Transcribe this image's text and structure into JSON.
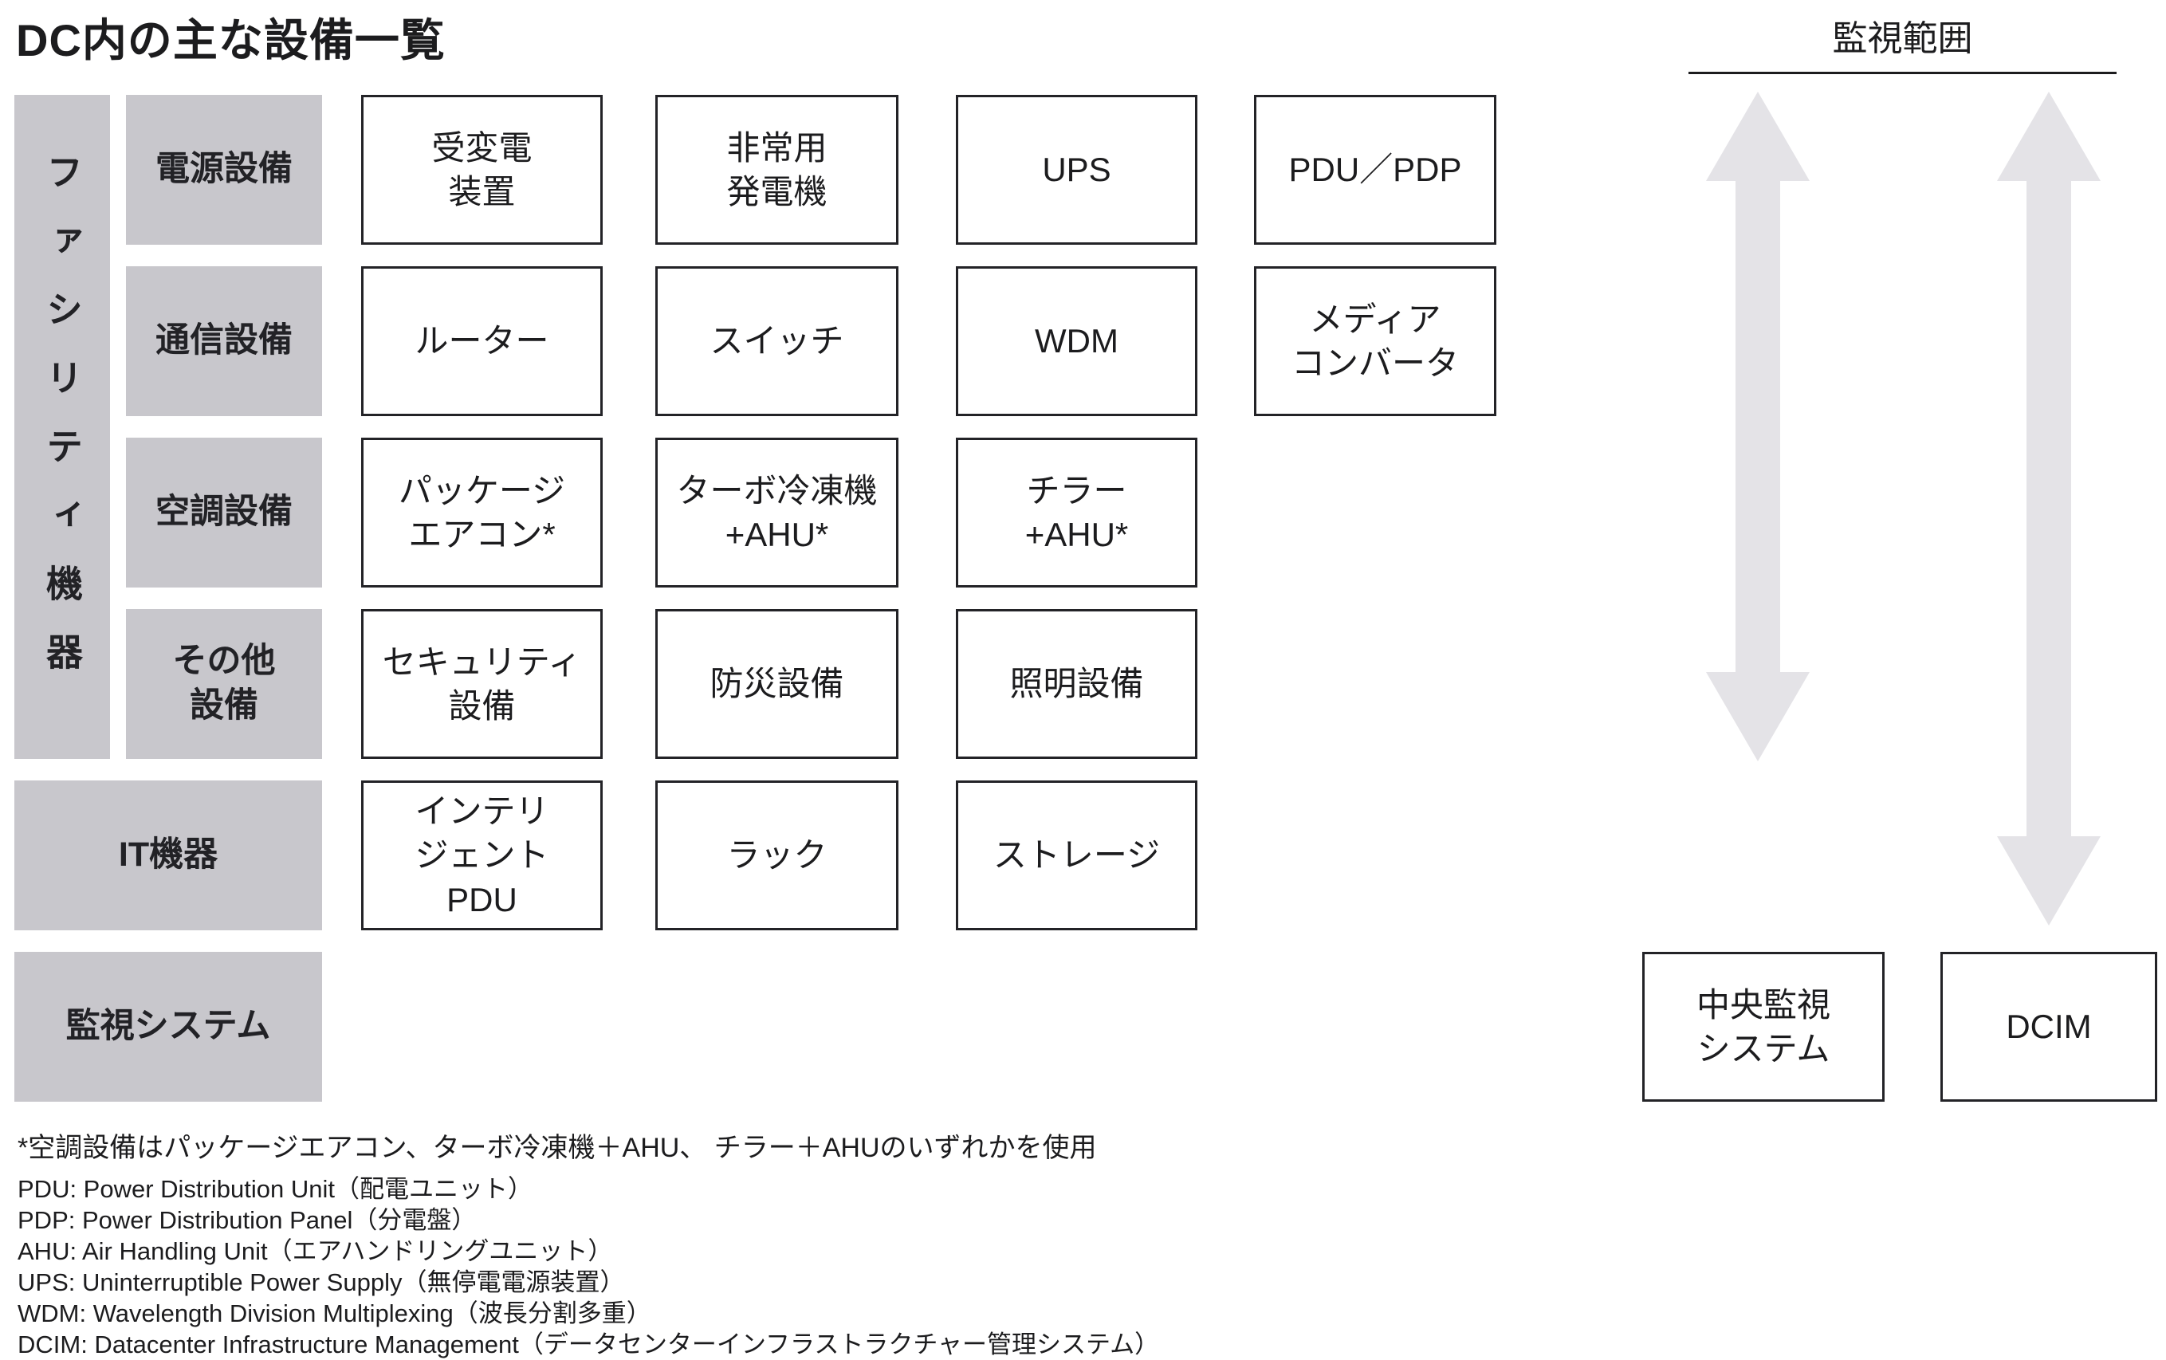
{
  "page": {
    "title": "DC内の主な設備一覧",
    "scope_label": "監視範囲"
  },
  "colors": {
    "category_bg": "#c8c7cc",
    "arrow_fill": "#e4e3e7",
    "box_border": "#232327",
    "text": "#1c1c1e"
  },
  "facility": {
    "label": "ファシリティ機器",
    "rows": [
      {
        "category": "電源設備",
        "items": [
          {
            "label": "受変電\n装置"
          },
          {
            "label": "非常用\n発電機"
          },
          {
            "label": "UPS"
          },
          {
            "label": "PDU／PDP"
          }
        ]
      },
      {
        "category": "通信設備",
        "items": [
          {
            "label": "ルーター"
          },
          {
            "label": "スイッチ"
          },
          {
            "label": "WDM"
          },
          {
            "label": "メディア\nコンバータ"
          }
        ]
      },
      {
        "category": "空調設備",
        "items": [
          {
            "label": "パッケージ\nエアコン*"
          },
          {
            "label": "ターボ冷凍機\n+AHU*"
          },
          {
            "label": "チラー\n+AHU*"
          }
        ]
      },
      {
        "category": "その他\n設備",
        "items": [
          {
            "label": "セキュリティ\n設備"
          },
          {
            "label": "防災設備"
          },
          {
            "label": "照明設備"
          }
        ]
      }
    ]
  },
  "it": {
    "category": "IT機器",
    "items": [
      {
        "label": "インテリ\nジェント\nPDU"
      },
      {
        "label": "ラック"
      },
      {
        "label": "ストレージ"
      }
    ]
  },
  "monitoring": {
    "category": "監視システム",
    "central_box": "中央監視\nシステム",
    "dcim_box": "DCIM"
  },
  "footnotes": {
    "asterisk": "*空調設備はパッケージエアコン、ターボ冷凍機＋AHU、 チラー＋AHUのいずれかを使用",
    "abbreviations": [
      "PDU: Power Distribution Unit（配電ユニット）",
      "PDP: Power Distribution Panel（分電盤）",
      "AHU: Air Handling Unit（エアハンドリングユニット）",
      "UPS: Uninterruptible Power Supply（無停電電源装置）",
      "WDM: Wavelength Division Multiplexing（波長分割多重）",
      "DCIM: Datacenter Infrastructure Management（データセンターインフラストラクチャー管理システム）"
    ]
  }
}
